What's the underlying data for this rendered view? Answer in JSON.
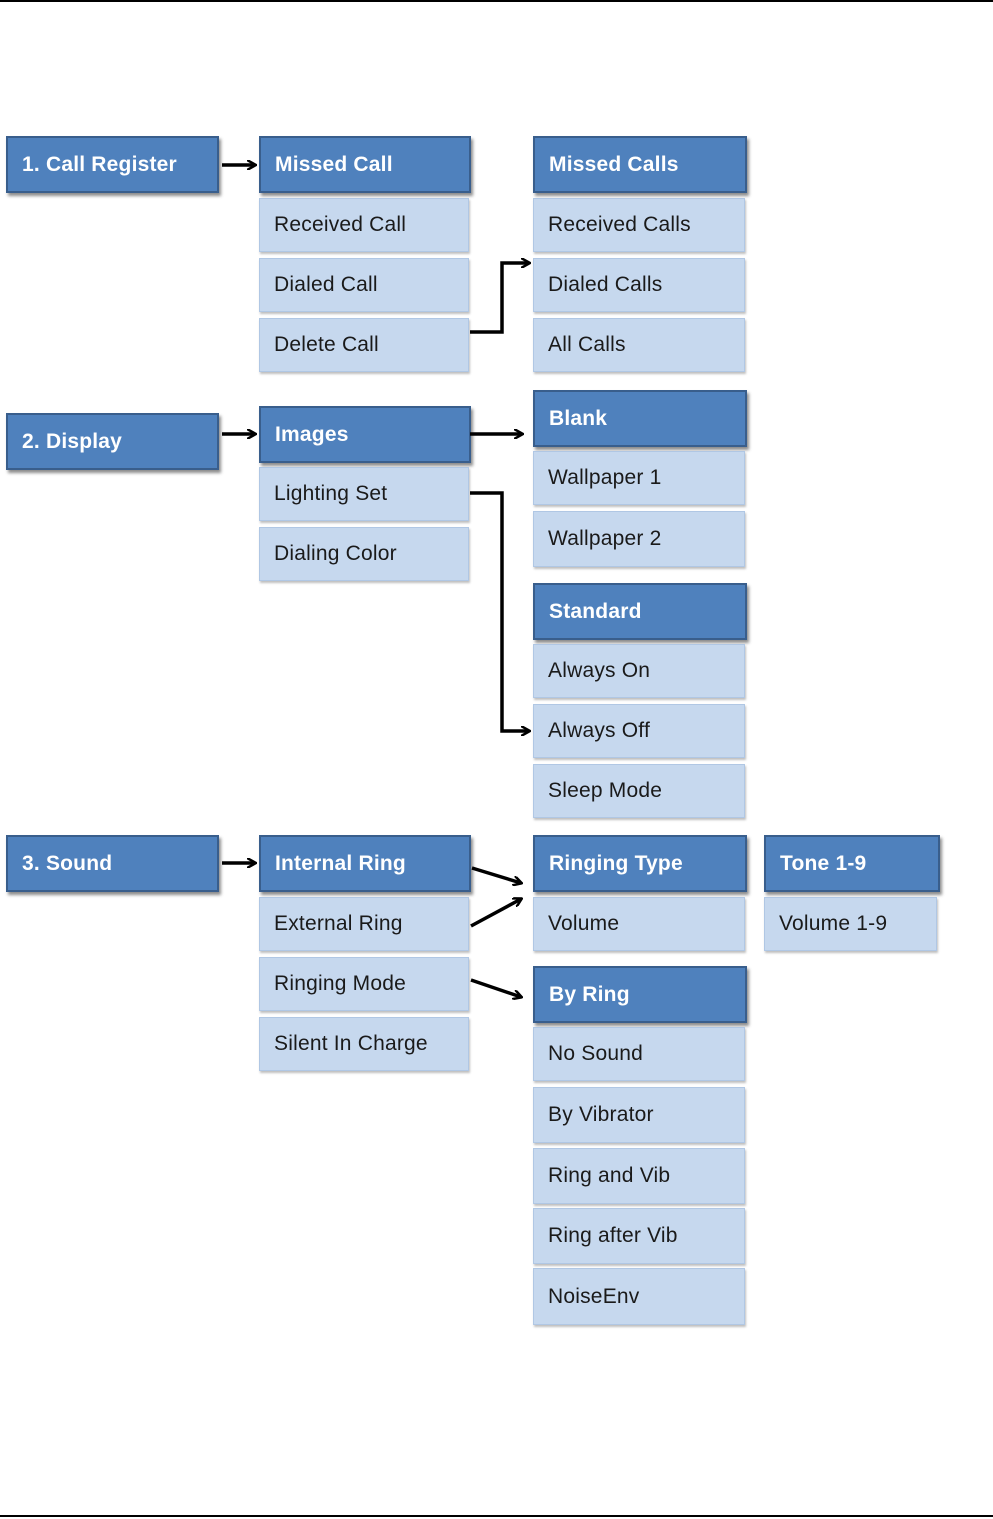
{
  "menu": {
    "call_register": {
      "label": "1. Call Register",
      "submenu": [
        "Missed Call",
        "Received Call",
        "Dialed Call",
        "Delete Call"
      ],
      "delete_options": [
        "Missed Calls",
        "Received Calls",
        "Dialed Calls",
        "All Calls"
      ]
    },
    "display": {
      "label": "2. Display",
      "submenu": [
        "Images",
        "Lighting Set",
        "Dialing Color"
      ],
      "images_options": [
        "Blank",
        "Wallpaper 1",
        "Wallpaper 2"
      ],
      "lighting_options": [
        "Standard",
        "Always On",
        "Always Off",
        "Sleep Mode"
      ]
    },
    "sound": {
      "label": "3. Sound",
      "submenu": [
        "Internal Ring",
        "External Ring",
        "Ringing Mode",
        "Silent In Charge"
      ],
      "ring_options": [
        "Ringing Type",
        "Volume"
      ],
      "ring_values": [
        "Tone 1-9",
        "Volume 1-9"
      ],
      "mode_options": [
        "By Ring",
        "No Sound",
        "By Vibrator",
        "Ring and Vib",
        "Ring after Vib",
        "NoiseEnv"
      ]
    }
  }
}
